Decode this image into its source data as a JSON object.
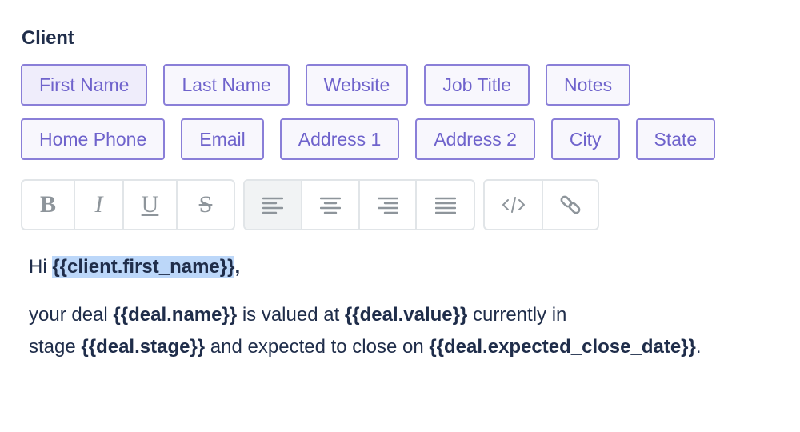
{
  "section": {
    "title": "Client"
  },
  "fields": {
    "row1": [
      "First Name",
      "Last Name",
      "Website",
      "Job Title",
      "Notes"
    ],
    "row2": [
      "Home Phone",
      "Email",
      "Address 1",
      "Address 2",
      "City",
      "State"
    ]
  },
  "toolbar": {
    "bold": "B",
    "italic": "I",
    "underline": "U",
    "strikethrough": "S",
    "align_left_active": true
  },
  "editor": {
    "line1": {
      "prefix": "Hi ",
      "token_open": "{{",
      "token_name": "client.first_name",
      "token_close_sel": "}}",
      "suffix": ","
    },
    "para2": {
      "t1": "your deal ",
      "tok1": "{{deal.name}}",
      "t2": " is valued at  ",
      "tok2": "{{deal.value}}",
      "t3": " currently in",
      "t4": "stage  ",
      "tok3": "{{deal.stage}}",
      "t5": " and expected to close on  ",
      "tok4": "{{deal.expected_close_date}}",
      "t6": "."
    }
  },
  "colors": {
    "chip_border": "#8a7fd8",
    "chip_text": "#6f63cc",
    "text": "#1f2d4a",
    "selection": "#bcd7f9",
    "toolbar_icon": "#8e959b"
  }
}
